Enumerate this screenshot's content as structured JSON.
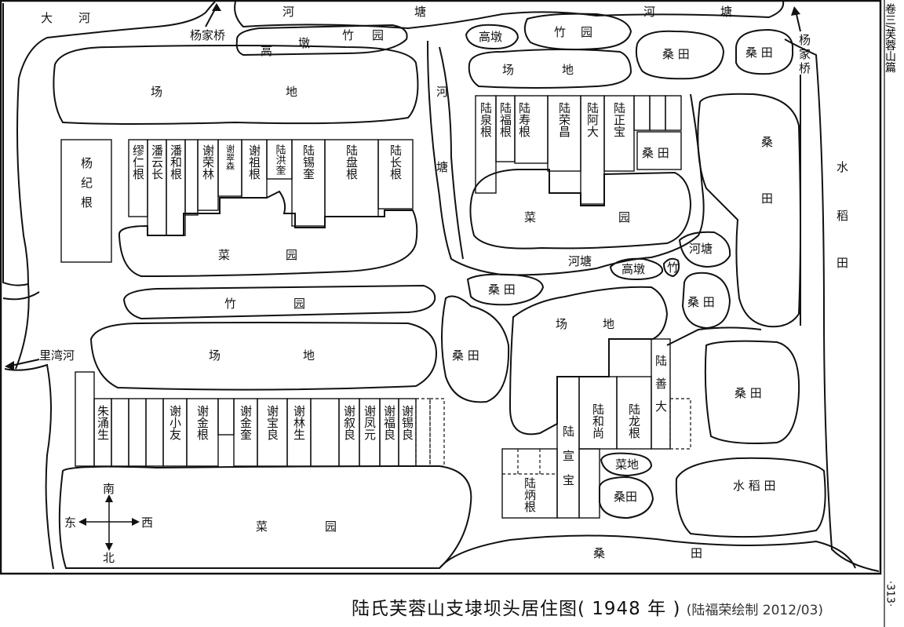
{
  "map": {
    "title": "陆氏芙蓉山支埭坝头居住图( 1948 年 )",
    "credit": "(陆福荣绘制 2012/03)",
    "side_header": "卷三/芙蓉山篇",
    "page_number": "·313·",
    "compass": {
      "south": "南",
      "north": "北",
      "east": "东",
      "west": "西"
    },
    "place_labels": {
      "dahe_1": "大",
      "dahe_2": "河",
      "hetang_a1": "河",
      "hetang_a2": "塘",
      "hetang_b1": "河",
      "hetang_b2": "塘",
      "yangjiaqiao_left": "杨家桥",
      "yangjiaqiao_right_1": "杨",
      "yangjiaqiao_right_2": "家",
      "yangjiaqiao_right_3": "桥",
      "gaodun_zhuyuan_1": "高",
      "gaodun_zhuyuan_2": "墩",
      "gaodun_zhuyuan_3": "竹",
      "gaodun_zhuyuan_4": "园",
      "gaodun_small": "高墩",
      "zhuyuan_small_1": "竹",
      "zhuyuan_small_2": "园",
      "sangtian_1": "桑  田",
      "sangtian_2": "桑  田",
      "changdi_nw_1": "场",
      "changdi_nw_2": "地",
      "changdi_ne_1": "场",
      "changdi_ne_2": "地",
      "hetang_v1": "河",
      "hetang_v2": "塘",
      "caiyuan_ne_1": "菜",
      "caiyuan_ne_2": "园",
      "caiyuan_nw_1": "菜",
      "caiyuan_nw_2": "园",
      "zhuyuan_mid_1": "竹",
      "zhuyuan_mid_2": "园",
      "changdi_sw_1": "场",
      "changdi_sw_2": "地",
      "changdi_se_1": "场",
      "changdi_se_2": "地",
      "hetang_mid": "河塘",
      "gaodun_mid": "高墩",
      "zhu_mid": "竹",
      "hetang_right": "河塘",
      "sangtian_3": "桑  田",
      "sangtian_4": "桑  田",
      "sangtian_5": "桑  田",
      "sangtian_6": "桑  田",
      "sangtian_7": "桑  田",
      "sangtian_8": "桑田",
      "sangtian_big_1": "桑",
      "sangtian_big_2": "田",
      "shuidaotian_v1": "水",
      "shuidaotian_v2": "稻",
      "shuidaotian_v3": "田",
      "shuidaotian_h": "水   稻   田",
      "caidi": "菜地",
      "liwanhe": "里湾河",
      "caiyuan_s_1": "菜",
      "caiyuan_s_2": "园",
      "sangtian_s_1": "桑",
      "sangtian_s_2": "田",
      "sangtian_e_1": "桑  田"
    },
    "residents": {
      "yang_jigen": "杨纪根",
      "miao_rengen": "缪仁根",
      "pan_yunchang": "潘云长",
      "pan_hegen": "潘和根",
      "xie_ronglin": "谢荣林",
      "xie_small": "谢翠森",
      "xie_zugen": "谢祖根",
      "lu_hongkui": "陆洪奎",
      "lu_xikui": "陆锡奎",
      "lu_pangen": "陆盘根",
      "lu_changgen": "陆长根",
      "lu_quangen": "陆泉根",
      "lu_fugen": "陆福根",
      "lu_shougen": "陆寿根",
      "lu_rongchang": "陆荣昌",
      "lu_ada": "陆阿大",
      "lu_zhengbao": "陆正宝",
      "zhu_yongsheng": "朱涌生",
      "xie_xiaoyou": "谢小友",
      "xie_jingen": "谢金根",
      "xie_jinkui": "谢金奎",
      "xie_baoliang": "谢宝良",
      "xie_linsheng": "谢林生",
      "xie_xuliang": "谢叙良",
      "xie_fengyuan": "谢凤元",
      "xie_fuliang": "谢福良",
      "xie_xiliang": "谢锡良",
      "lu_shanda": "陆善大",
      "lu_heshang": "陆和尚",
      "lu_longgen": "陆龙根",
      "lu_xuanbao": "陆宣宝",
      "lu_binggen": "陆炳根"
    }
  }
}
